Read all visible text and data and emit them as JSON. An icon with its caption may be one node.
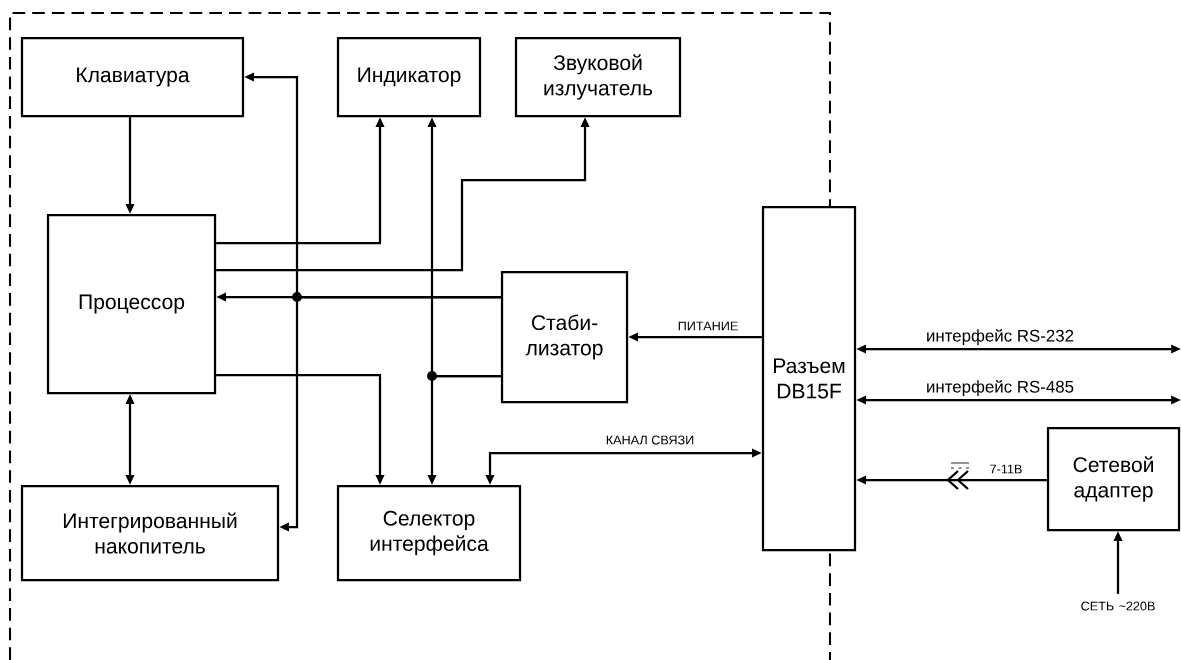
{
  "diagram": {
    "nodes": [
      {
        "text": [
          "Клавиатура"
        ]
      },
      {
        "text": [
          "Индикатор"
        ]
      },
      {
        "text": [
          "Звуковой излучатель"
        ]
      },
      {
        "text": [
          "Процессор"
        ]
      },
      {
        "text": [
          "Стаби- лизатор"
        ]
      },
      {
        "text": [
          "Разъем DB15F"
        ]
      },
      {
        "text": [
          "Интегрированный накопитель"
        ]
      },
      {
        "text": [
          "Селектор интерфейса"
        ]
      },
      {
        "text": [
          "Сетевой адаптер"
        ]
      },
      {
        "text": [
          "СЕТЬ ~220В"
        ]
      }
    ],
    "edges": [
      {
        "from": 0,
        "to": 3,
        "arrow": "to"
      },
      {
        "from": 3,
        "to": 6,
        "arrow": "both"
      },
      {
        "from": 4,
        "to": 3,
        "arrow": "to"
      },
      {
        "from": 4,
        "to": 0,
        "arrow": "to"
      },
      {
        "from": 4,
        "to": 6,
        "arrow": "to"
      },
      {
        "from": 3,
        "to": 1,
        "arrow": "to"
      },
      {
        "from": 3,
        "to": 2,
        "arrow": "to"
      },
      {
        "from": 3,
        "to": 7,
        "arrow": "to"
      },
      {
        "from": 4,
        "to": 1,
        "arrow": "to"
      },
      {
        "from": 4,
        "to": 7,
        "arrow": "to"
      },
      {
        "from": 5,
        "to": 4,
        "arrow": "to",
        "label": "ПИТАНИЕ"
      },
      {
        "from": 7,
        "to": 5,
        "arrow": "both",
        "label": "КАНАЛ СВЯЗИ"
      },
      {
        "from": 5,
        "to": null,
        "arrow": "both",
        "label": "интерфейс RS-232"
      },
      {
        "from": 5,
        "to": null,
        "arrow": "both",
        "label": "интерфейс RS-485"
      },
      {
        "from": 8,
        "to": 5,
        "arrow": "to",
        "label": "7-11В"
      },
      {
        "from": 9,
        "to": 8,
        "arrow": "to"
      }
    ]
  }
}
